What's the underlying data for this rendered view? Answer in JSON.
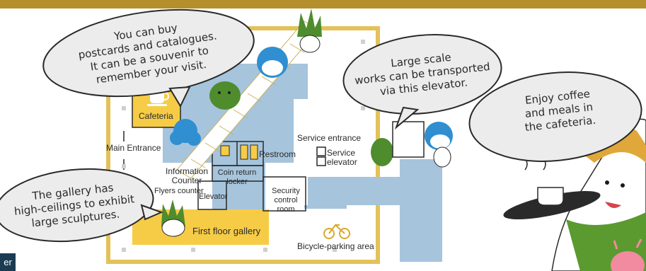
{
  "map": {
    "labels": {
      "cafeteria": "Cafeteria",
      "main_entrance": "Main Entrance",
      "information_counter": "Information Counter",
      "flyers_counter": "Flyers counter",
      "coin_return_locker": "Coin return locker",
      "elevator": "Elevator",
      "restroom": "Restroom",
      "service_entrance": "Service entrance",
      "service_elevator": "Service elevator",
      "security_control_room": "Security control room",
      "first_floor_gallery": "First floor gallery",
      "bicycle_parking_area": "Bicycle-parking area"
    }
  },
  "bubbles": {
    "souvenir": [
      "You can buy",
      "postcards and catalogues.",
      "It can be a souvenir to",
      "remember your visit."
    ],
    "elevator": [
      "Large scale",
      "works can be transported",
      "via this elevator."
    ],
    "cafeteria": [
      "Enjoy coffee",
      "and meals in",
      "the cafeteria."
    ],
    "gallery": [
      "The gallery has",
      "high-ceilings to exhibit",
      "large sculptures."
    ]
  },
  "corner_tag": "er",
  "colors": {
    "accent_bar": "#b48f2c",
    "building_outline": "#e3c25a",
    "gallery_fill": "#f6cc46",
    "floor_blue": "#a6c4dc",
    "mascot_green": "#4e8c2e",
    "mascot_blue": "#2f8fd0"
  }
}
